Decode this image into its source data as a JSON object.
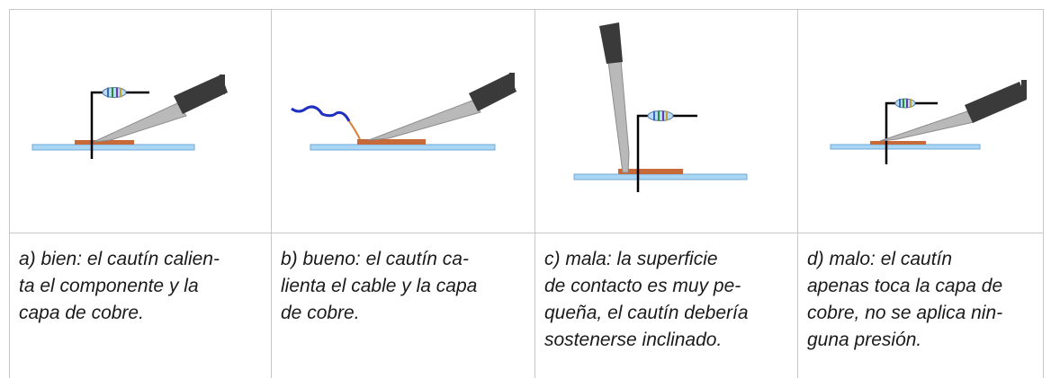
{
  "panels": [
    {
      "icon": "soldering-iron-good-component-icon",
      "caption_lines": [
        "a) bien: el cautín calien-",
        "ta el componente y la",
        "capa de cobre."
      ]
    },
    {
      "icon": "soldering-iron-good-wire-icon",
      "caption_lines": [
        "b) bueno: el cautín  ca-",
        "lienta el cable y la capa",
        "de cobre."
      ]
    },
    {
      "icon": "soldering-iron-bad-vertical-icon",
      "caption_lines": [
        "c) mala: la superficie",
        "de contacto es muy pe-",
        "queña, el cautín debería",
        "sostenerse inclinado."
      ]
    },
    {
      "icon": "soldering-iron-bad-light-touch-icon",
      "caption_lines": [
        "d) malo: el cautín",
        "apenas toca la capa de",
        "cobre, no se aplica nin-",
        "guna presión."
      ]
    }
  ],
  "colors": {
    "board": "#a9d6f5",
    "board_stroke": "#6fa8d8",
    "copper_pad": "#c8693a",
    "iron_handle": "#3a3a3a",
    "iron_tip": "#b9b9b9",
    "wire": "#1f2fbf",
    "lead": "#000000",
    "grid_line": "#c8c8c8"
  }
}
